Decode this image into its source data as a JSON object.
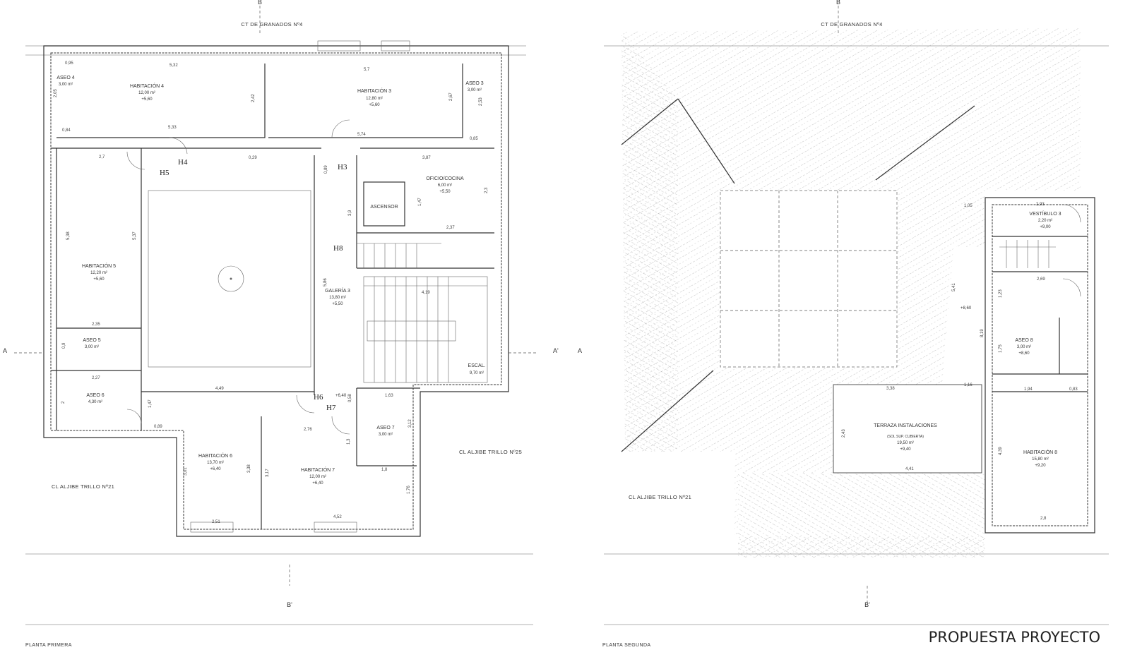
{
  "title": "PROPUESTA PROYECTO",
  "plans": [
    {
      "name": "PLANTA PRIMERA",
      "streets": [
        "CT DE GRANADOS Nº4",
        "CL ALJIBE TRILLO Nº21",
        "CL ALJIBE TRILLO Nº25"
      ],
      "sections": [
        "B",
        "B'",
        "A",
        "A'"
      ],
      "markers": [
        "H3",
        "H4",
        "H5",
        "H6",
        "H7",
        "H8"
      ],
      "rooms": [
        {
          "name": "ASEO 4",
          "area": "3,00 m²"
        },
        {
          "name": "HABITACIÓN 4",
          "area": "12,00 m²",
          "level": "+5,60"
        },
        {
          "name": "HABITACIÓN 3",
          "area": "12,80 m²",
          "level": "+5,60"
        },
        {
          "name": "ASEO 3",
          "area": "3,00 m²"
        },
        {
          "name": "OFICIO/COCINA",
          "area": "6,00 m²",
          "level": "+5,50"
        },
        {
          "name": "ASCENSOR"
        },
        {
          "name": "HABITACIÓN 5",
          "area": "12,20 m²",
          "level": "+5,60"
        },
        {
          "name": "GALERÍA 3",
          "area": "13,80 m²",
          "level": "+5,50"
        },
        {
          "name": "ASEO 5",
          "area": "3,00 m²"
        },
        {
          "name": "ASEO 6",
          "area": "4,30 m²"
        },
        {
          "name": "ESCAL.",
          "area": "9,70 m²"
        },
        {
          "name": "ASEO 7",
          "area": "3,00 m²"
        },
        {
          "name": "HABITACIÓN 6",
          "area": "13,70 m²",
          "level": "+6,40"
        },
        {
          "name": "HABITACIÓN 7",
          "area": "12,00 m²",
          "level": "+6,40"
        }
      ],
      "levels": [
        "+6,40"
      ],
      "dimensions": [
        "0,95",
        "5,32",
        "5,7",
        "2,42",
        "2,05",
        "0,84",
        "5,33",
        "2,67",
        "2,53",
        "0,85",
        "5,74",
        "2,7",
        "0,29",
        "3,87",
        "0,89",
        "2,3",
        "3,9",
        "1,47",
        "2,37",
        "5,38",
        "5,37",
        "2,35",
        "0,9",
        "4,19",
        "5,86",
        "2,27",
        "4,49",
        "2",
        "1,47",
        "0,89",
        "1,63",
        "2,76",
        "3,12",
        "1,3",
        "1,8",
        "3,01",
        "3,38",
        "3,17",
        "1,76",
        "2,51",
        "4,52",
        "0,58"
      ]
    },
    {
      "name": "PLANTA SEGUNDA",
      "streets": [
        "CT DE GRANADOS Nº4",
        "CL ALJIBE TRILLO Nº21"
      ],
      "sections": [
        "B",
        "B'",
        "A"
      ],
      "rooms": [
        {
          "name": "VESTÍBULO 3",
          "area": "2,20 m²",
          "level": "+9,00"
        },
        {
          "name": "ASEO 8",
          "area": "3,00 m²",
          "level": "+8,60"
        },
        {
          "name": "TERRAZA INSTALACIONES",
          "sub": "(SOL SUP. CUBIERTA)",
          "area": "19,50 m²",
          "level": "+9,40"
        },
        {
          "name": "HABITACIÓN 8",
          "area": "15,80 m²",
          "level": "+9,20"
        }
      ],
      "levels": [
        "+8,60"
      ],
      "dimensions": [
        "1,05",
        "2,93",
        "2,69",
        "1,23",
        "5,41",
        "8,19",
        "1,75",
        "3,38",
        "1,16",
        "1,94",
        "0,83",
        "2,43",
        "4,41",
        "4,39",
        "2,8"
      ]
    }
  ]
}
